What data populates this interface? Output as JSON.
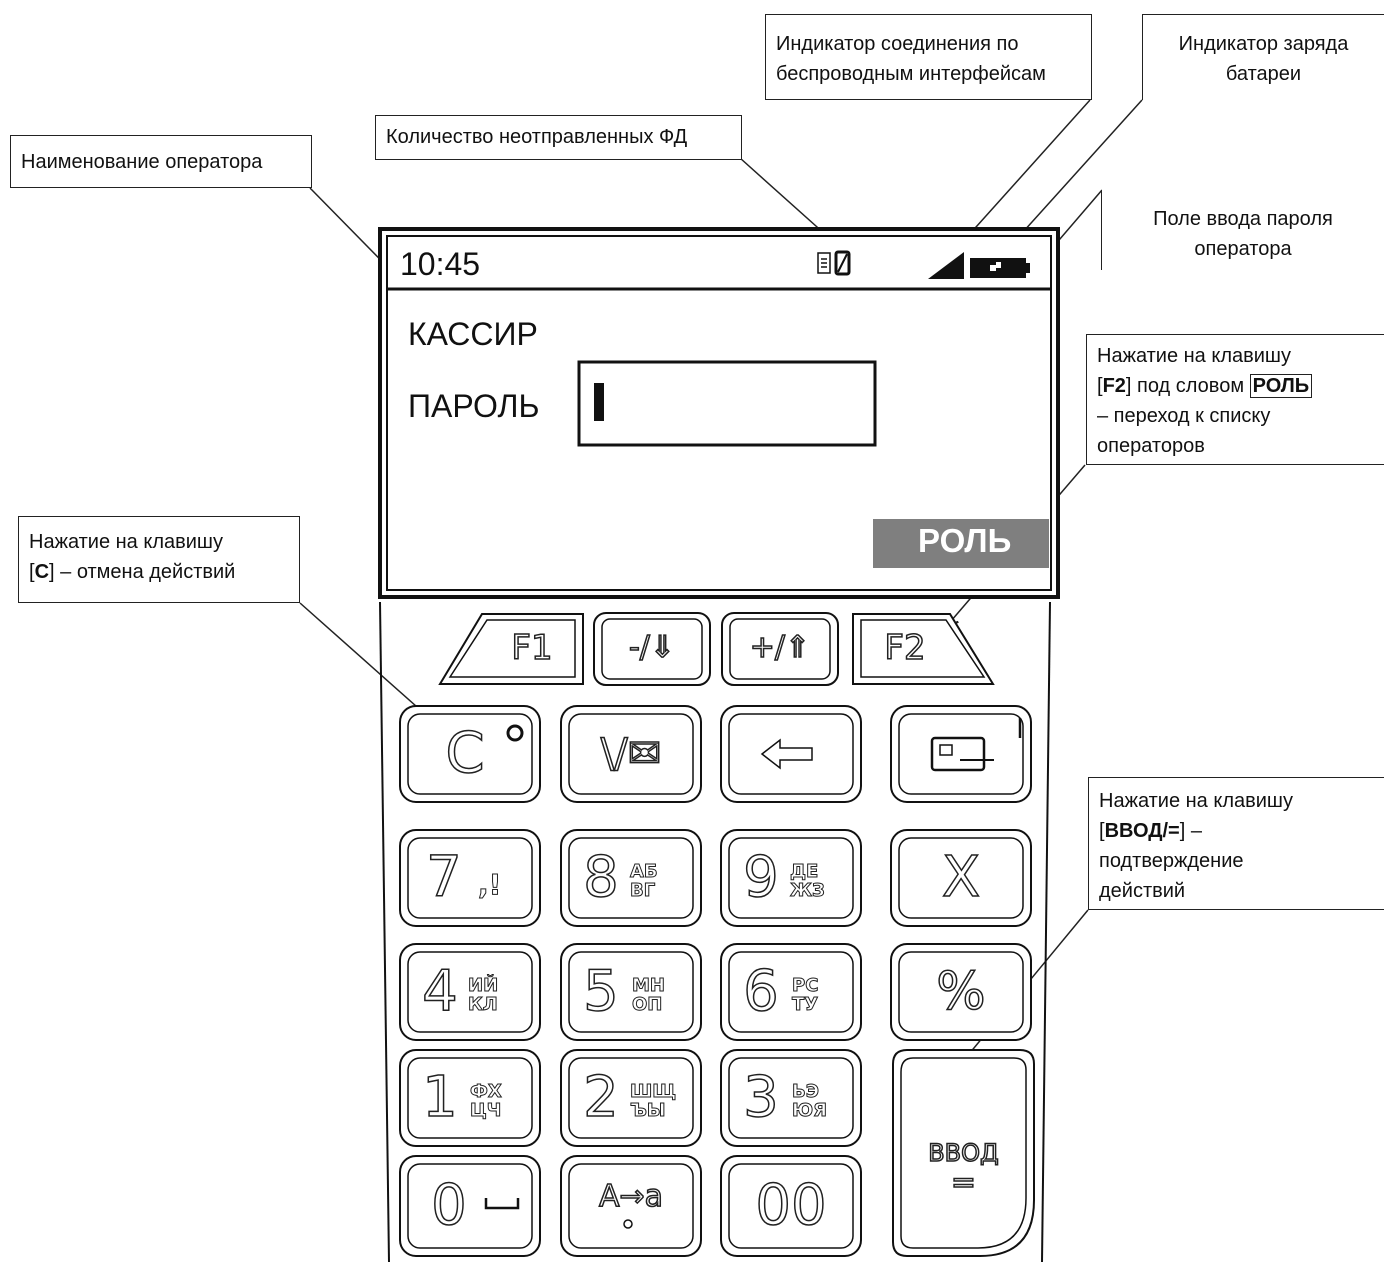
{
  "callouts": {
    "operator_name": "Наименование оператора",
    "unsent_fd": "Количество неотправленных ФД",
    "wireless": [
      "Индикатор соединения по",
      "беспроводным интерфейсам"
    ],
    "battery": [
      "Индикатор заряда",
      "батареи"
    ],
    "password_field": [
      "Поле ввода пароля",
      "оператора"
    ],
    "f2": {
      "prefix": "Нажатие на клавишу",
      "key": "F2",
      "mid": "под словом",
      "word": "РОЛЬ",
      "line3": "– переход  к списку",
      "line4": "операторов"
    },
    "c_key": {
      "prefix": "Нажатие на клавишу",
      "key": "C",
      "rest": "– отмена действий"
    },
    "enter": {
      "prefix": "Нажатие на клавишу",
      "key": "ВВОД/=",
      "rest": "–",
      "line3": "подтверждение",
      "line4": "действий"
    }
  },
  "display": {
    "time": "10:45",
    "operator": "КАССИР",
    "password_label": "ПАРОЛЬ",
    "softkey": "РОЛЬ"
  },
  "keypad": {
    "func": [
      "F1",
      "-/⇓",
      "+/⇑",
      "F2"
    ],
    "row1": [
      "C",
      "\\/✉",
      "⇦",
      ""
    ],
    "row2": [
      {
        "d": "7",
        "s": ",!"
      },
      {
        "d": "8",
        "s": "АБ ВГ"
      },
      {
        "d": "9",
        "s": "ДЕ ЖЗ"
      },
      {
        "d": "X",
        "s": ""
      }
    ],
    "row3": [
      {
        "d": "4",
        "s": "ИЙ КЛ"
      },
      {
        "d": "5",
        "s": "МН ОП"
      },
      {
        "d": "6",
        "s": "РС ТУ"
      },
      {
        "d": "%",
        "s": ""
      }
    ],
    "row4": [
      {
        "d": "1",
        "s": "ФХ ЦЧ"
      },
      {
        "d": "2",
        "s": "ШЩ ЪЫ"
      },
      {
        "d": "3",
        "s": "ЬЭ ЮЯ"
      }
    ],
    "row5": [
      "0",
      "A→a",
      "00"
    ],
    "enter_top": "ВВОД",
    "enter_bottom": "="
  }
}
